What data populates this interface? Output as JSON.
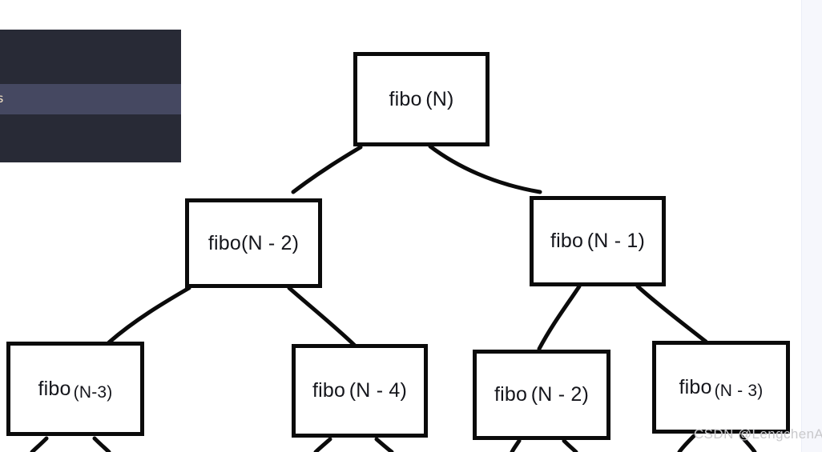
{
  "canvas": {
    "background": "#ffffff",
    "side_strip_color": "#f6f7fc",
    "stroke_color": "#0b0b0b"
  },
  "editor_panel": {
    "background": "#282a36",
    "highlight_color": "#454861",
    "visible_text_fragment": "s"
  },
  "diagram": {
    "type": "recursion-call-tree",
    "title": "",
    "nodes": [
      {
        "id": "root",
        "label_main": "fibo",
        "label_arg": "(N)",
        "split": false,
        "level": 0
      },
      {
        "id": "l1",
        "label_main": "fibo",
        "label_arg": "(N - 2)",
        "split": false,
        "level": 1,
        "joined": true
      },
      {
        "id": "r1",
        "label_main": "fibo",
        "label_arg": "(N - 1)",
        "split": false,
        "level": 1
      },
      {
        "id": "l2a",
        "label_main": "fibo",
        "label_arg": "(N-3)",
        "split": true,
        "level": 2
      },
      {
        "id": "l2b",
        "label_main": "fibo",
        "label_arg": "(N - 4)",
        "split": false,
        "level": 2
      },
      {
        "id": "r2a",
        "label_main": "fibo",
        "label_arg": "(N - 2)",
        "split": false,
        "level": 2
      },
      {
        "id": "r2b",
        "label_main": "fibo",
        "label_arg": "(N - 3)",
        "split": true,
        "level": 2
      }
    ],
    "edges": [
      {
        "from": "root",
        "to": "l1"
      },
      {
        "from": "root",
        "to": "r1"
      },
      {
        "from": "l1",
        "to": "l2a"
      },
      {
        "from": "l1",
        "to": "l2b"
      },
      {
        "from": "r1",
        "to": "r2a"
      },
      {
        "from": "r1",
        "to": "r2b"
      }
    ]
  },
  "watermark": {
    "text": "CSDN @LengchenAI"
  }
}
